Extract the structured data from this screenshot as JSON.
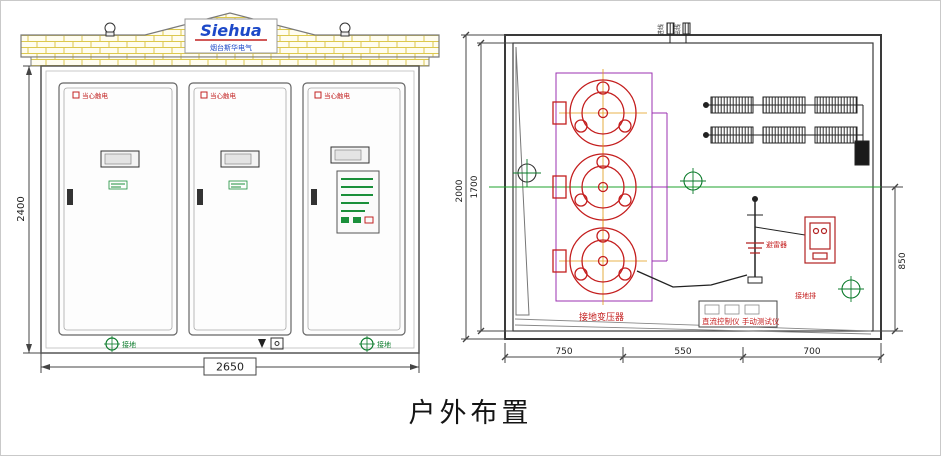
{
  "caption": "户外布置",
  "front_view": {
    "logo_main": "Siehua",
    "logo_sub": "烟台斯华电气",
    "dim_height": "2400",
    "dim_width": "2650",
    "warning_label": "当心触电",
    "ground_label_left": "接地",
    "ground_label_right": "接地"
  },
  "plan_view": {
    "dim_depth_outer": "2000",
    "dim_depth_inner": "1700",
    "dim_right": "850",
    "dim_bottom": [
      "750",
      "550",
      "700"
    ],
    "transformer_label": "接地变压器",
    "arrester_label": "避雷器",
    "control_label": "直流控制仪 手动测试仪",
    "ground_bar_label": "接地排",
    "inlet_label": "进线",
    "outlet_label": "出线"
  }
}
